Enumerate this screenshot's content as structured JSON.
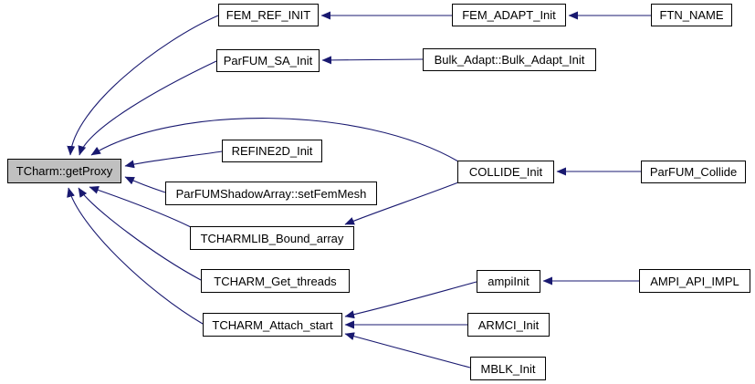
{
  "diagram": {
    "kind": "caller-graph",
    "colors": {
      "edge": "#191970",
      "node_border": "#000000",
      "node_fill": "#ffffff",
      "highlight_fill": "#c0c0c0",
      "text": "#000000",
      "background": "#ffffff"
    },
    "nodes": [
      {
        "id": "tcharm-getproxy",
        "label": "TCharm::getProxy",
        "highlighted": true
      },
      {
        "id": "fem-ref-init",
        "label": "FEM_REF_INIT",
        "highlighted": false
      },
      {
        "id": "parfum-sa-init",
        "label": "ParFUM_SA_Init",
        "highlighted": false
      },
      {
        "id": "refine2d-init",
        "label": "REFINE2D_Init",
        "highlighted": false
      },
      {
        "id": "parfum-shadow-setfemmesh",
        "label": "ParFUMShadowArray::setFemMesh",
        "highlighted": false
      },
      {
        "id": "tcharmlib-bound-array",
        "label": "TCHARMLIB_Bound_array",
        "highlighted": false
      },
      {
        "id": "tcharm-get-threads",
        "label": "TCHARM_Get_threads",
        "highlighted": false
      },
      {
        "id": "tcharm-attach-start",
        "label": "TCHARM_Attach_start",
        "highlighted": false
      },
      {
        "id": "fem-adapt-init",
        "label": "FEM_ADAPT_Init",
        "highlighted": false
      },
      {
        "id": "ftn-name",
        "label": "FTN_NAME",
        "highlighted": false
      },
      {
        "id": "bulk-adapt-init",
        "label": "Bulk_Adapt::Bulk_Adapt_Init",
        "highlighted": false
      },
      {
        "id": "collide-init",
        "label": "COLLIDE_Init",
        "highlighted": false
      },
      {
        "id": "parfum-collide",
        "label": "ParFUM_Collide",
        "highlighted": false
      },
      {
        "id": "ampiinit",
        "label": "ampiInit",
        "highlighted": false
      },
      {
        "id": "ampi-api-impl",
        "label": "AMPI_API_IMPL",
        "highlighted": false
      },
      {
        "id": "armci-init",
        "label": "ARMCI_Init",
        "highlighted": false
      },
      {
        "id": "mblk-init",
        "label": "MBLK_Init",
        "highlighted": false
      }
    ],
    "edges": [
      {
        "from": "FEM_REF_INIT",
        "to": "TCharm::getProxy"
      },
      {
        "from": "ParFUM_SA_Init",
        "to": "TCharm::getProxy"
      },
      {
        "from": "COLLIDE_Init",
        "to": "TCharm::getProxy"
      },
      {
        "from": "REFINE2D_Init",
        "to": "TCharm::getProxy"
      },
      {
        "from": "ParFUMShadowArray::setFemMesh",
        "to": "TCharm::getProxy"
      },
      {
        "from": "TCHARMLIB_Bound_array",
        "to": "TCharm::getProxy"
      },
      {
        "from": "TCHARM_Get_threads",
        "to": "TCharm::getProxy"
      },
      {
        "from": "TCHARM_Attach_start",
        "to": "TCharm::getProxy"
      },
      {
        "from": "FEM_ADAPT_Init",
        "to": "FEM_REF_INIT"
      },
      {
        "from": "FTN_NAME",
        "to": "FEM_ADAPT_Init"
      },
      {
        "from": "Bulk_Adapt::Bulk_Adapt_Init",
        "to": "ParFUM_SA_Init"
      },
      {
        "from": "ParFUM_Collide",
        "to": "COLLIDE_Init"
      },
      {
        "from": "COLLIDE_Init",
        "to": "TCHARMLIB_Bound_array"
      },
      {
        "from": "ampiInit",
        "to": "TCHARM_Attach_start"
      },
      {
        "from": "ARMCI_Init",
        "to": "TCHARM_Attach_start"
      },
      {
        "from": "MBLK_Init",
        "to": "TCHARM_Attach_start"
      },
      {
        "from": "AMPI_API_IMPL",
        "to": "ampiInit"
      }
    ]
  }
}
